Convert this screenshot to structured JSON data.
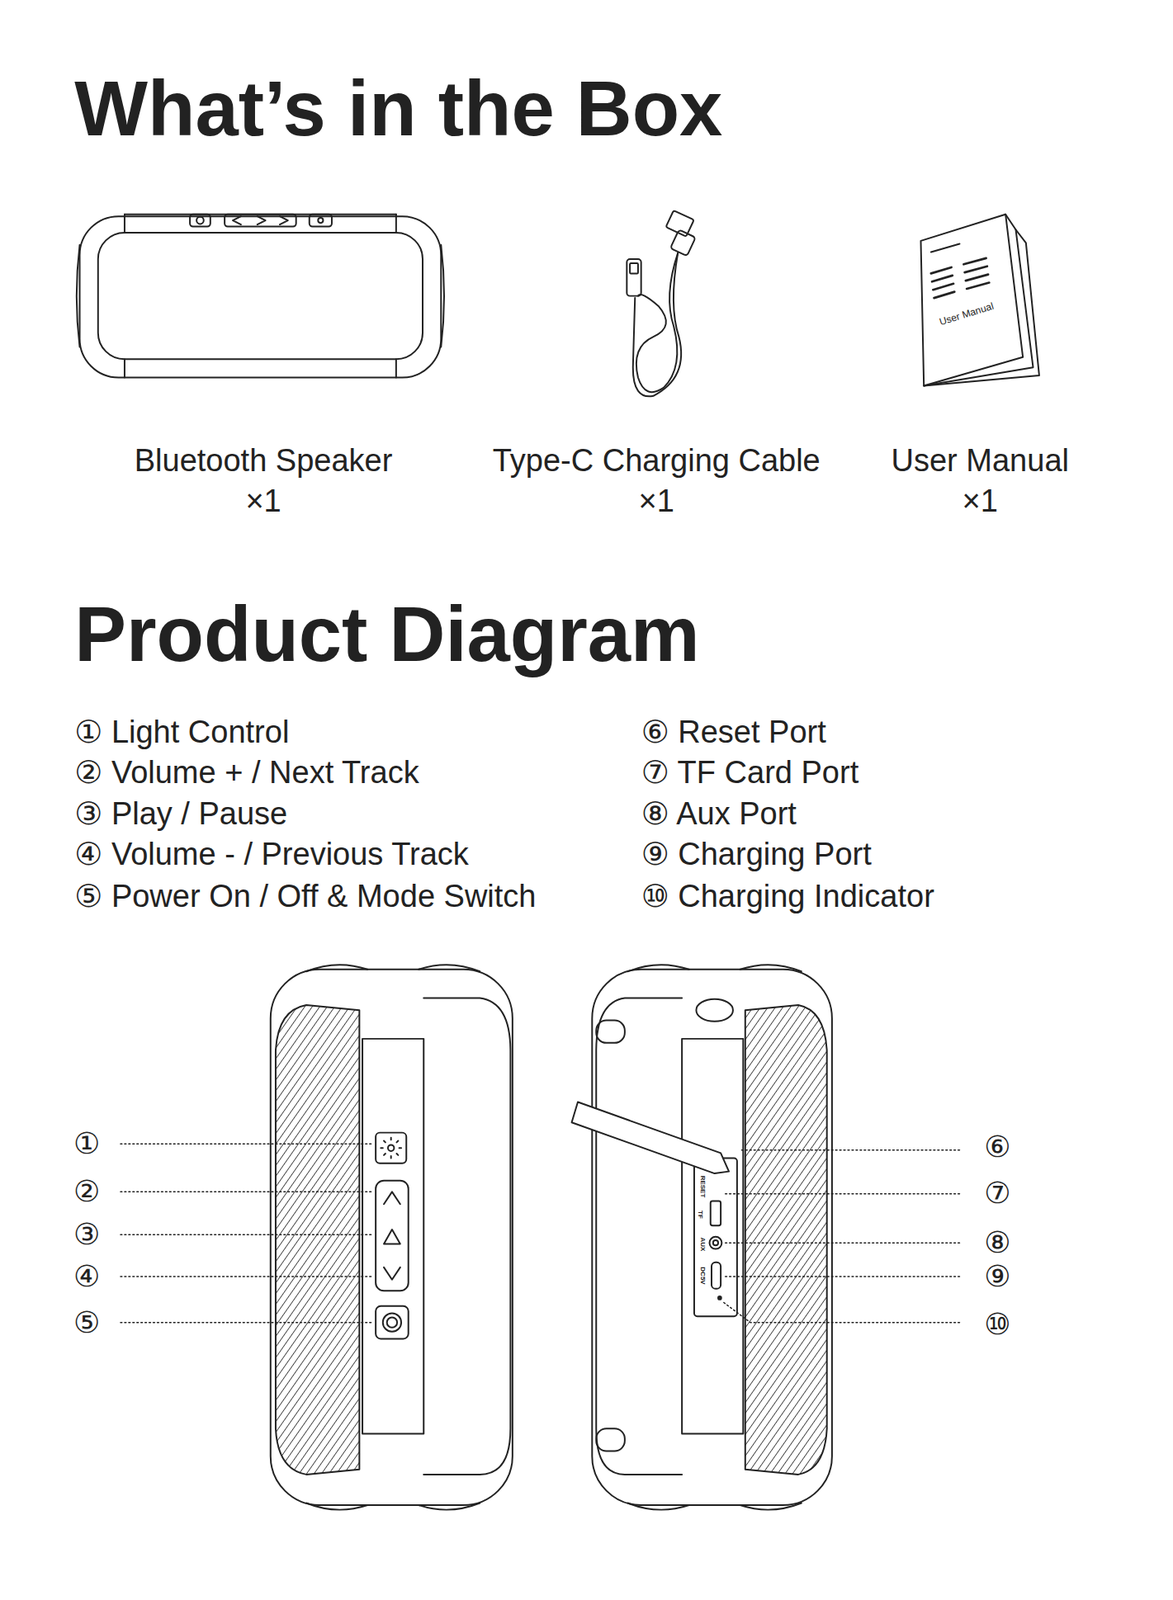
{
  "diagram": {
    "title": "What’s in the Box",
    "labels": [
      "Bluetooth Speaker",
      "×1",
      "Type-C Charging Cable",
      "×1",
      "User Manual",
      "×1",
      "User Manual",
      "Product Diagram",
      "① Light Control",
      "② Volume + / Next Track",
      "③ Play / Pause",
      "④ Volume - / Previous Track",
      "⑤ Power On / Off & Mode Switch",
      "⑥ Reset Port",
      "⑦ TF Card Port",
      "⑧ Aux Port",
      "⑨ Charging Port",
      "⑩ Charging Indicator",
      "①",
      "②",
      "③",
      "④",
      "⑤",
      "⑥",
      "⑦",
      "⑧",
      "⑨",
      "⑩",
      "RESET",
      "TF",
      "AUX",
      "DC5V"
    ]
  }
}
